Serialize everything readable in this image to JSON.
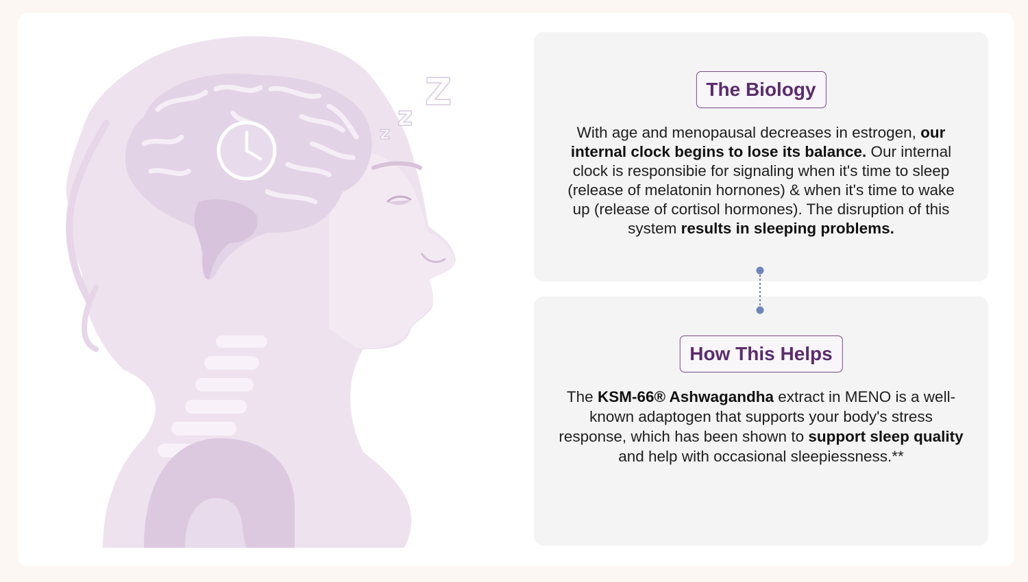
{
  "illustration": {
    "subject": "woman-profile-with-brain-and-clock",
    "icons": [
      "clock-icon",
      "sleep-zzz-icon"
    ],
    "sleep_letters": [
      "z",
      "z",
      "Z"
    ],
    "colors": {
      "skin": "#eee2ef",
      "brain": "#e3d3e6",
      "shade": "#d8c3dd",
      "bone": "#f7f0f8"
    }
  },
  "biology": {
    "title": "The Biology",
    "p1": "With age and menopausal decreases in estrogen, ",
    "b1": "our internal clock begins to lose its balance.",
    "p2": " Our internal clock is responsibie for signaling when it's time to sleep (release of melatonin hornones) & when it's time to wake up (release of cortisol hormones). The disruption of this system ",
    "b2": "results in sleeping problems."
  },
  "helps": {
    "title": "How This Helps",
    "p1": "The ",
    "b1": "KSM-66® Ashwagandha",
    "p2": " extract in MENO is a well-known adaptogen that supports your body's stress response, which has been shown to ",
    "b2": "support sleep quality",
    "p3": " and help with occasional sleepiessness.**"
  },
  "connector": {
    "color": "#6f84b8"
  },
  "colors": {
    "accent": "#5a2d6c",
    "card_bg": "#f4f4f5",
    "page_bg": "#fcf7f2"
  }
}
